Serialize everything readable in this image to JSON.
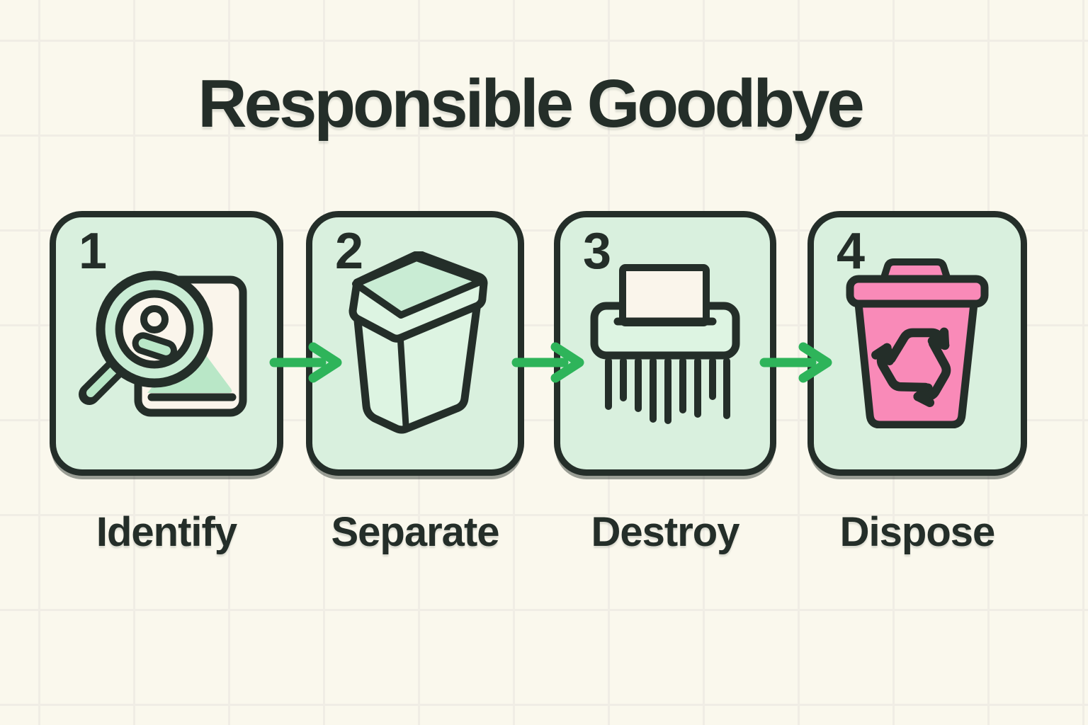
{
  "title": "Responsible Goodbye",
  "steps": [
    {
      "number": "1",
      "label": "Identify",
      "icon": "magnifier-photo"
    },
    {
      "number": "2",
      "label": "Separate",
      "icon": "storage-bin"
    },
    {
      "number": "3",
      "label": "Destroy",
      "icon": "paper-shredder"
    },
    {
      "number": "4",
      "label": "Dispose",
      "icon": "recycling-bin"
    }
  ],
  "colors": {
    "background": "#faf8ed",
    "grid-line": "#f0ede5",
    "outline": "#242e29",
    "card-fill": "#d9f0de",
    "icon-mint": "#c9ecd4",
    "icon-mint-soft": "#b9e7c7",
    "icon-mint-pale": "#ddf4e2",
    "paper-cream": "#faf5eb",
    "arrow-green": "#2eb45a",
    "bin-pink": "#f98ab8"
  }
}
